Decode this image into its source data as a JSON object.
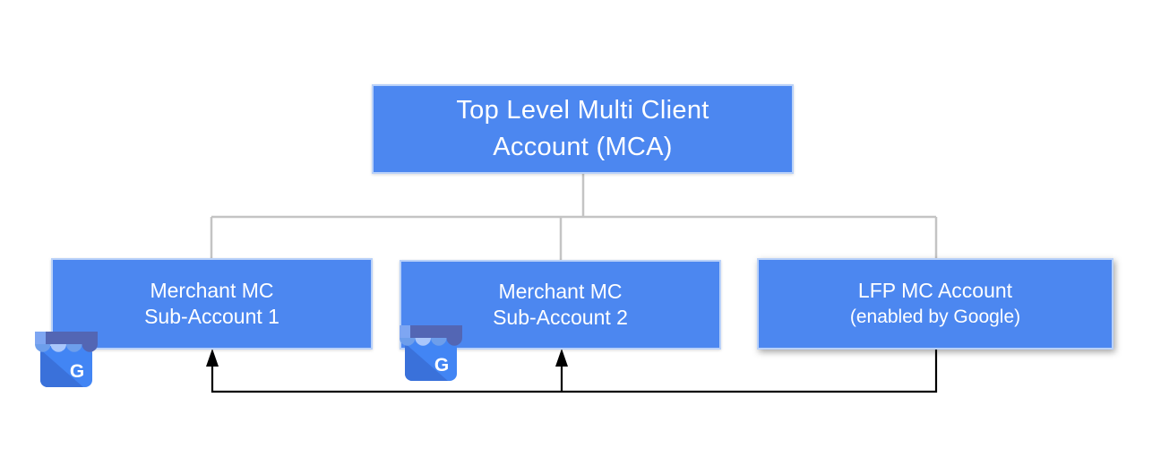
{
  "diagram": {
    "root_box": {
      "line1": "Top Level Multi Client",
      "line2": "Account (MCA)"
    },
    "sub_boxes": [
      {
        "line1": "Merchant MC",
        "line2": "Sub-Account 1"
      },
      {
        "line1": "Merchant MC",
        "line2": "Sub-Account 2"
      },
      {
        "line1": "LFP MC Account",
        "line2": "(enabled by Google)"
      }
    ],
    "business_icon": {
      "name": "google-my-business-storefront",
      "letter": "G"
    },
    "colors": {
      "box_fill": "#4c87f0",
      "box_text": "#ffffff",
      "tree_line": "#c4c4c4",
      "feedback_line": "#000000",
      "icon_body": "#4285f4",
      "icon_fold": "#3a71da",
      "icon_awning_dark": "#5366b4",
      "icon_awning_medium": "#6d9eeb",
      "icon_awning_light": "#a9c6fb",
      "icon_band_corner": "#7ea6f2"
    }
  }
}
